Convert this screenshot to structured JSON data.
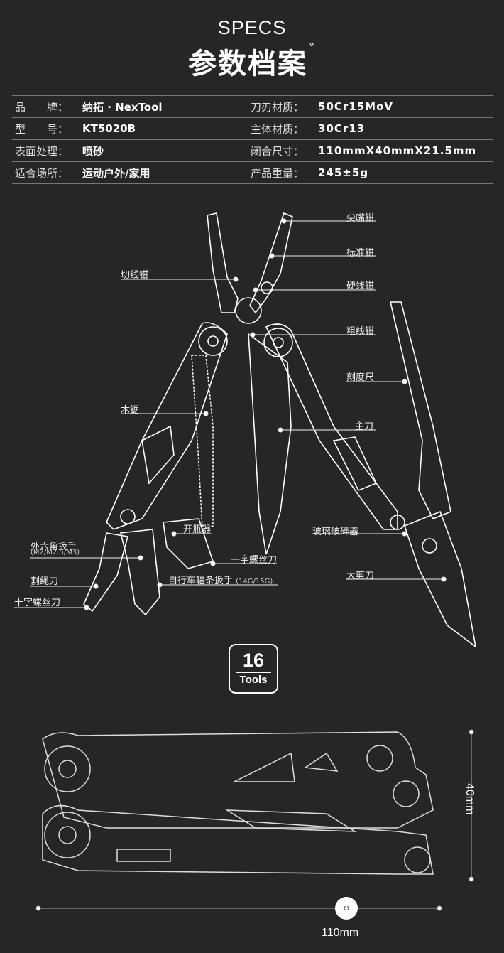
{
  "header": {
    "title_en": "SPECS",
    "title_cn": "参数档案",
    "degree": "°"
  },
  "specs": [
    {
      "l1": "品　　牌：",
      "v1": "纳拓 · NexTool",
      "l2": "刀刃材质：",
      "v2": "50Cr15MoV"
    },
    {
      "l1": "型　　号：",
      "v1": "KT5020B",
      "l2": "主体材质：",
      "v2": "30Cr13"
    },
    {
      "l1": "表面处理：",
      "v1": "喷砂",
      "l2": "闭合尺寸：",
      "v2": "110mmX40mmX21.5mm"
    },
    {
      "l1": "适合场所：",
      "v1": "运动户外/家用",
      "l2": "产品重量：",
      "v2": "245±5g"
    }
  ],
  "labels": {
    "needle_nose": "尖嘴钳",
    "standard_pliers": "标准钳",
    "hard_wire": "硬线钳",
    "wire_cutter": "切线钳",
    "thick_wire": "粗线钳",
    "ruler": "刻度尺",
    "saw": "木锯",
    "main_blade": "主刀",
    "bottle_opener": "开瓶器",
    "glass_breaker": "玻璃破碎器",
    "hex_wrench": "外六角扳手",
    "hex_sizes": "(M2/M2.5/M3)",
    "flat_screwdriver": "一字螺丝刀",
    "scissors": "大剪刀",
    "rope_cutter": "割绳刀",
    "spoke_wrench": "自行车辐条扳手",
    "spoke_sizes": "(14G/15G)",
    "phillips": "十字螺丝刀"
  },
  "badge": {
    "number": "16",
    "text": "Tools"
  },
  "dimensions": {
    "height": "40mm",
    "length": "110mm",
    "slider_icon": "chevron-left-right-icon"
  }
}
